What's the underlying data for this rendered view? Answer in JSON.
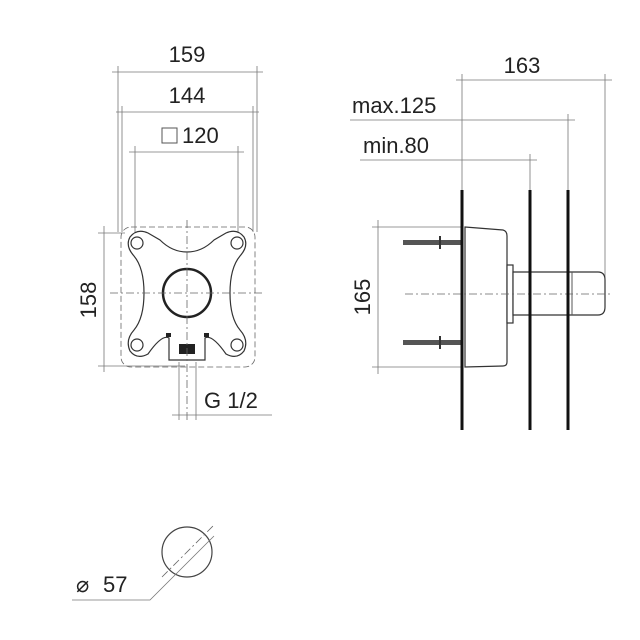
{
  "front_view": {
    "width_overall": "159",
    "width_inner": "144",
    "square_size": "120",
    "height": "158",
    "thread": "G 1/2"
  },
  "side_view": {
    "depth_overall": "163",
    "depth_max": "max.125",
    "depth_min": "min.80",
    "height": "165"
  },
  "cutout": {
    "diameter": "57",
    "diameter_symbol": "⌀"
  }
}
